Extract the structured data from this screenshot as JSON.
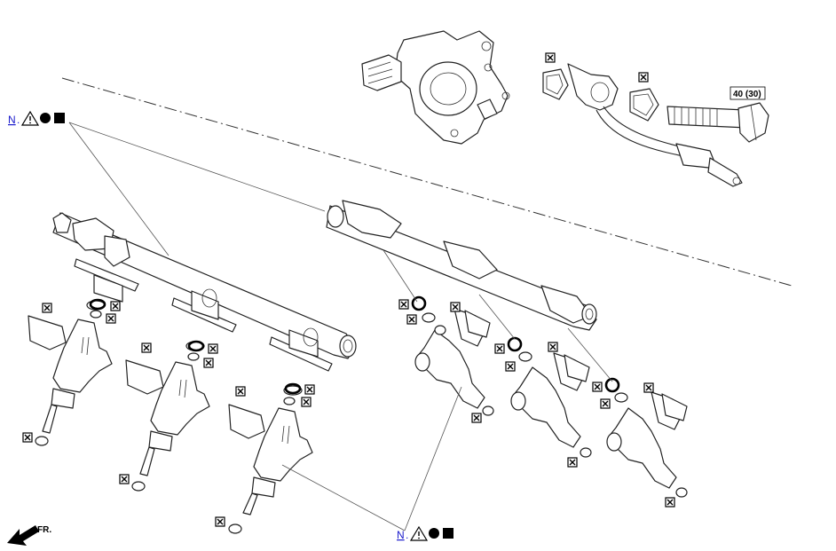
{
  "references": [
    {
      "link": "N",
      "symbols": [
        "caution-icon",
        "dot-icon",
        "square-icon"
      ]
    },
    {
      "link": "N",
      "symbols": [
        "caution-icon",
        "dot-icon",
        "square-icon"
      ]
    }
  ],
  "torque_spec": "40 (30)",
  "direction_label": "FR.",
  "colors": {
    "link": "#1a1acc",
    "line": "#222222",
    "background": "#ffffff"
  }
}
